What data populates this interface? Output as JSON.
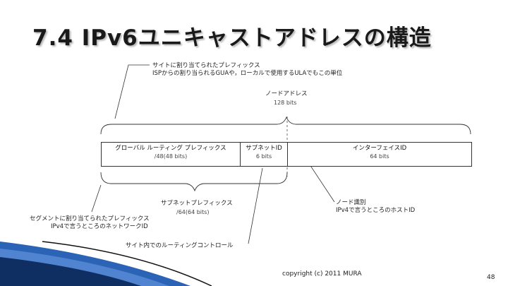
{
  "title": "7.4 IPv6ユニキャストアドレスの構造",
  "top_note": {
    "line1": "サイトに割り当てられたプレフィックス",
    "line2": "ISPからの割り当られるGUAや，ローカルで使用するULAでもこの単位"
  },
  "node_address": {
    "label": "ノードアドレス",
    "bits": "128 bits"
  },
  "fields": [
    {
      "name": "グローバル ルーティング プレフィックス",
      "bits": "/48(48 bits)"
    },
    {
      "name": "サブネットID",
      "bits": "6 bits"
    },
    {
      "name": "インターフェイスID",
      "bits": "64 bits"
    }
  ],
  "subnet_prefix": {
    "label": "サブネットプレフィックス",
    "bits": "/64(64 bits)"
  },
  "segment_note": {
    "line1": "セグメントに割り当てられたプレフィックス",
    "line2": "IPv4で言うところのネットワークID"
  },
  "node_id_note": {
    "line1": "ノード識別",
    "line2": "IPv4で言うところのホストID"
  },
  "site_routing": "サイト内でのルーティングコントロール",
  "footer": {
    "copyright": "copyright (c) 2011 MURA",
    "page": "48"
  },
  "colors": {
    "accent_blue": "#2b63b6",
    "accent_dark": "#0f2f63",
    "line": "#333333"
  }
}
